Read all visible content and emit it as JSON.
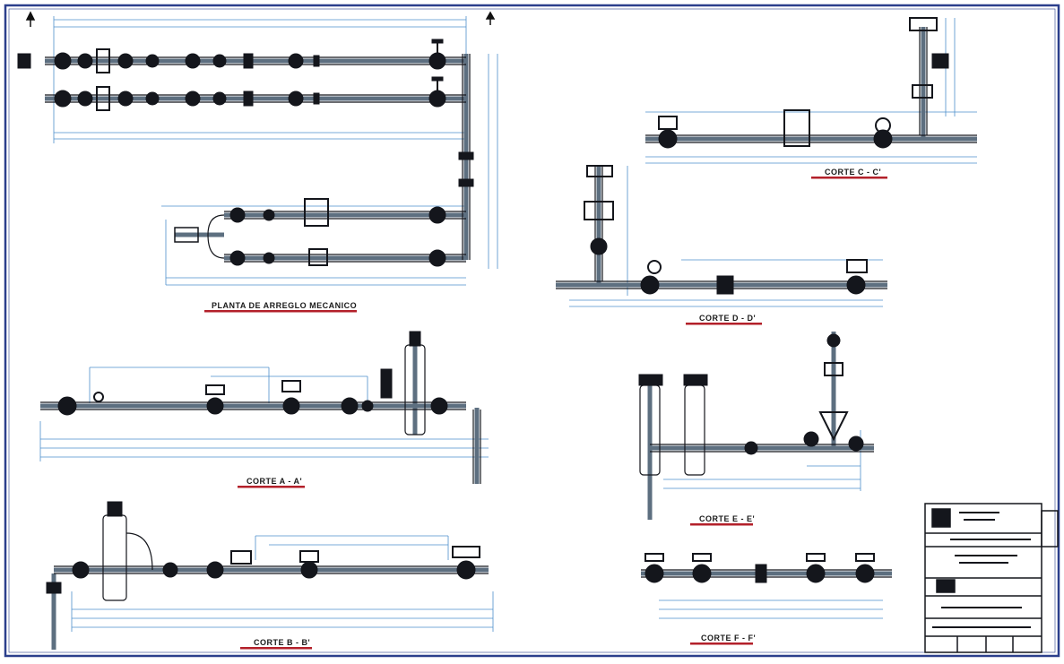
{
  "views": {
    "plan": {
      "title": "PLANTA DE ARREGLO MECANICO"
    },
    "section_a": {
      "title": "CORTE A - A'"
    },
    "section_b": {
      "title": "CORTE B - B'"
    },
    "section_c": {
      "title": "CORTE C - C'"
    },
    "section_d": {
      "title": "CORTE D - D'"
    },
    "section_e": {
      "title": "CORTE E - E'"
    },
    "section_f": {
      "title": "CORTE F - F'"
    }
  },
  "colors": {
    "line": "#14161c",
    "pipe": "#5d6f80",
    "dim": "#4d8fcc",
    "accent": "#b3202a",
    "border": "#2b3f8c"
  }
}
